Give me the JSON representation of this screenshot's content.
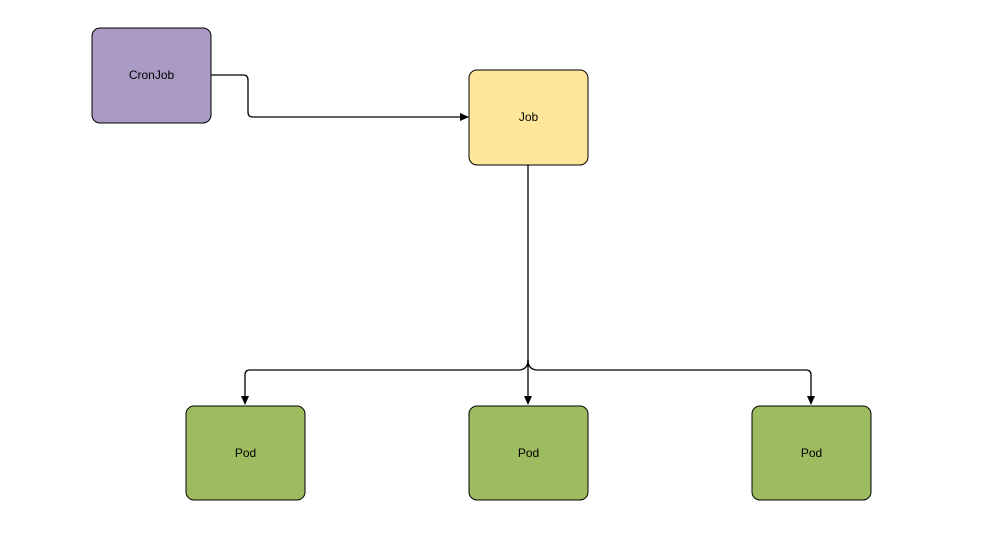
{
  "nodes": {
    "cronjob": {
      "label": "CronJob",
      "color": "#a99bc3"
    },
    "job": {
      "label": "Job",
      "color": "#fde59a"
    },
    "pod_1": {
      "label": "Pod",
      "color": "#9dbb5f"
    },
    "pod_2": {
      "label": "Pod",
      "color": "#9dbb5f"
    },
    "pod_3": {
      "label": "Pod",
      "color": "#9dbb5f"
    }
  },
  "edges": [
    {
      "from": "CronJob",
      "to": "Job"
    },
    {
      "from": "Job",
      "to": "Pod"
    },
    {
      "from": "Job",
      "to": "Pod"
    },
    {
      "from": "Job",
      "to": "Pod"
    }
  ],
  "colors": {
    "stroke": "#000000",
    "background": "#ffffff"
  }
}
